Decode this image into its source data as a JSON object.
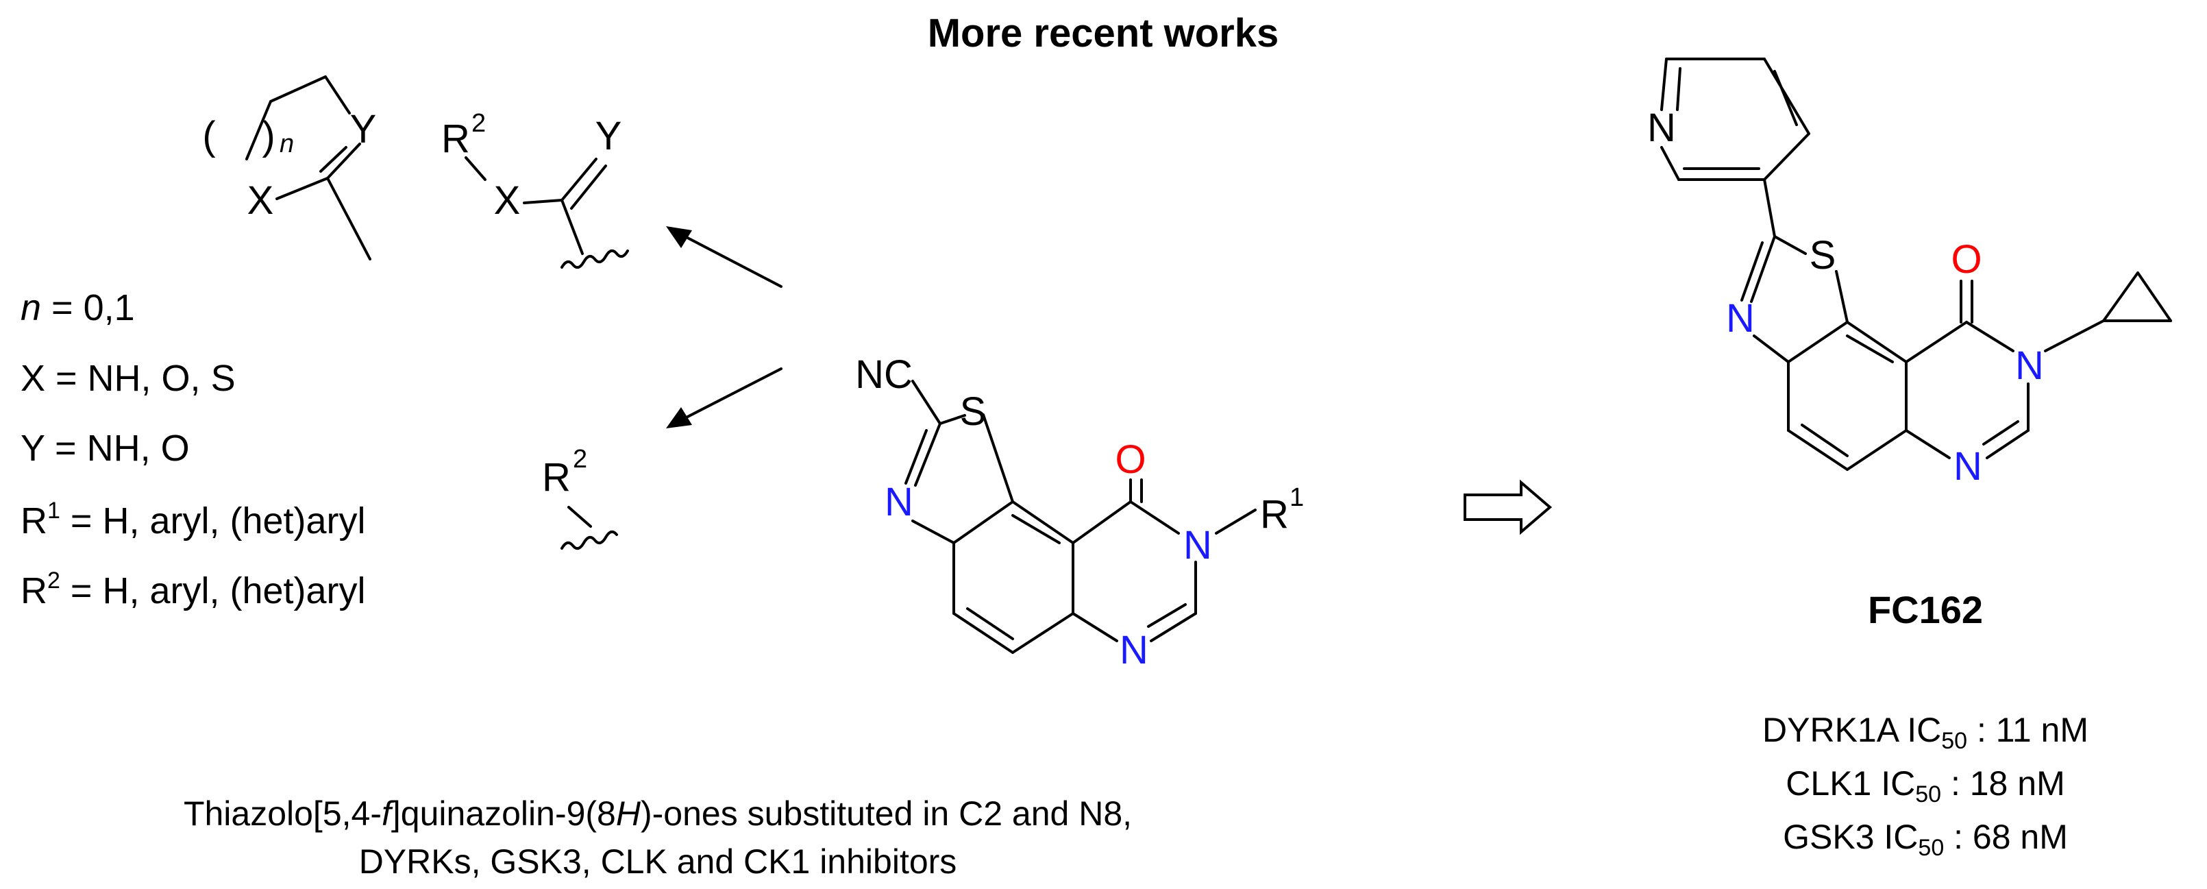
{
  "title": "More recent works",
  "conditions": {
    "n": {
      "var": "n",
      "rest": " = 0,1"
    },
    "x": "X = NH, O, S",
    "y": "Y = NH, O",
    "r1": {
      "sym": "R",
      "sup": "1",
      "rest": " = H, aryl, (het)aryl"
    },
    "r2": {
      "sym": "R",
      "sup": "2",
      "rest": " = H, aryl, (het)aryl"
    }
  },
  "atoms": {
    "nc": "NC",
    "s": "S",
    "o": "O",
    "n": "N",
    "r": "R",
    "one": "1",
    "two": "2",
    "x": "X",
    "y": "Y",
    "paren_open": "(",
    "paren_close": ")",
    "n_italic": "n"
  },
  "caption": {
    "line1_a": "Thiazolo[5,4-",
    "line1_f": "f",
    "line1_b": "]quinazolin-9(8",
    "line1_h": "H",
    "line1_c": ")-ones substituted in C2 and N8,",
    "line2": "DYRKs, GSK3, CLK and CK1 inhibitors"
  },
  "compound": {
    "name": "FC162",
    "activities": [
      {
        "target": "DYRK1A IC",
        "sub": "50",
        "value": " : 11 nM"
      },
      {
        "target": "CLK1 IC",
        "sub": "50",
        "value": " : 18 nM"
      },
      {
        "target": "GSK3 IC",
        "sub": "50",
        "value": " : 68 nM"
      }
    ]
  },
  "colors": {
    "heteroatom_n": "#1a1aff",
    "oxygen": "#ff0000",
    "bond": "#000000"
  }
}
